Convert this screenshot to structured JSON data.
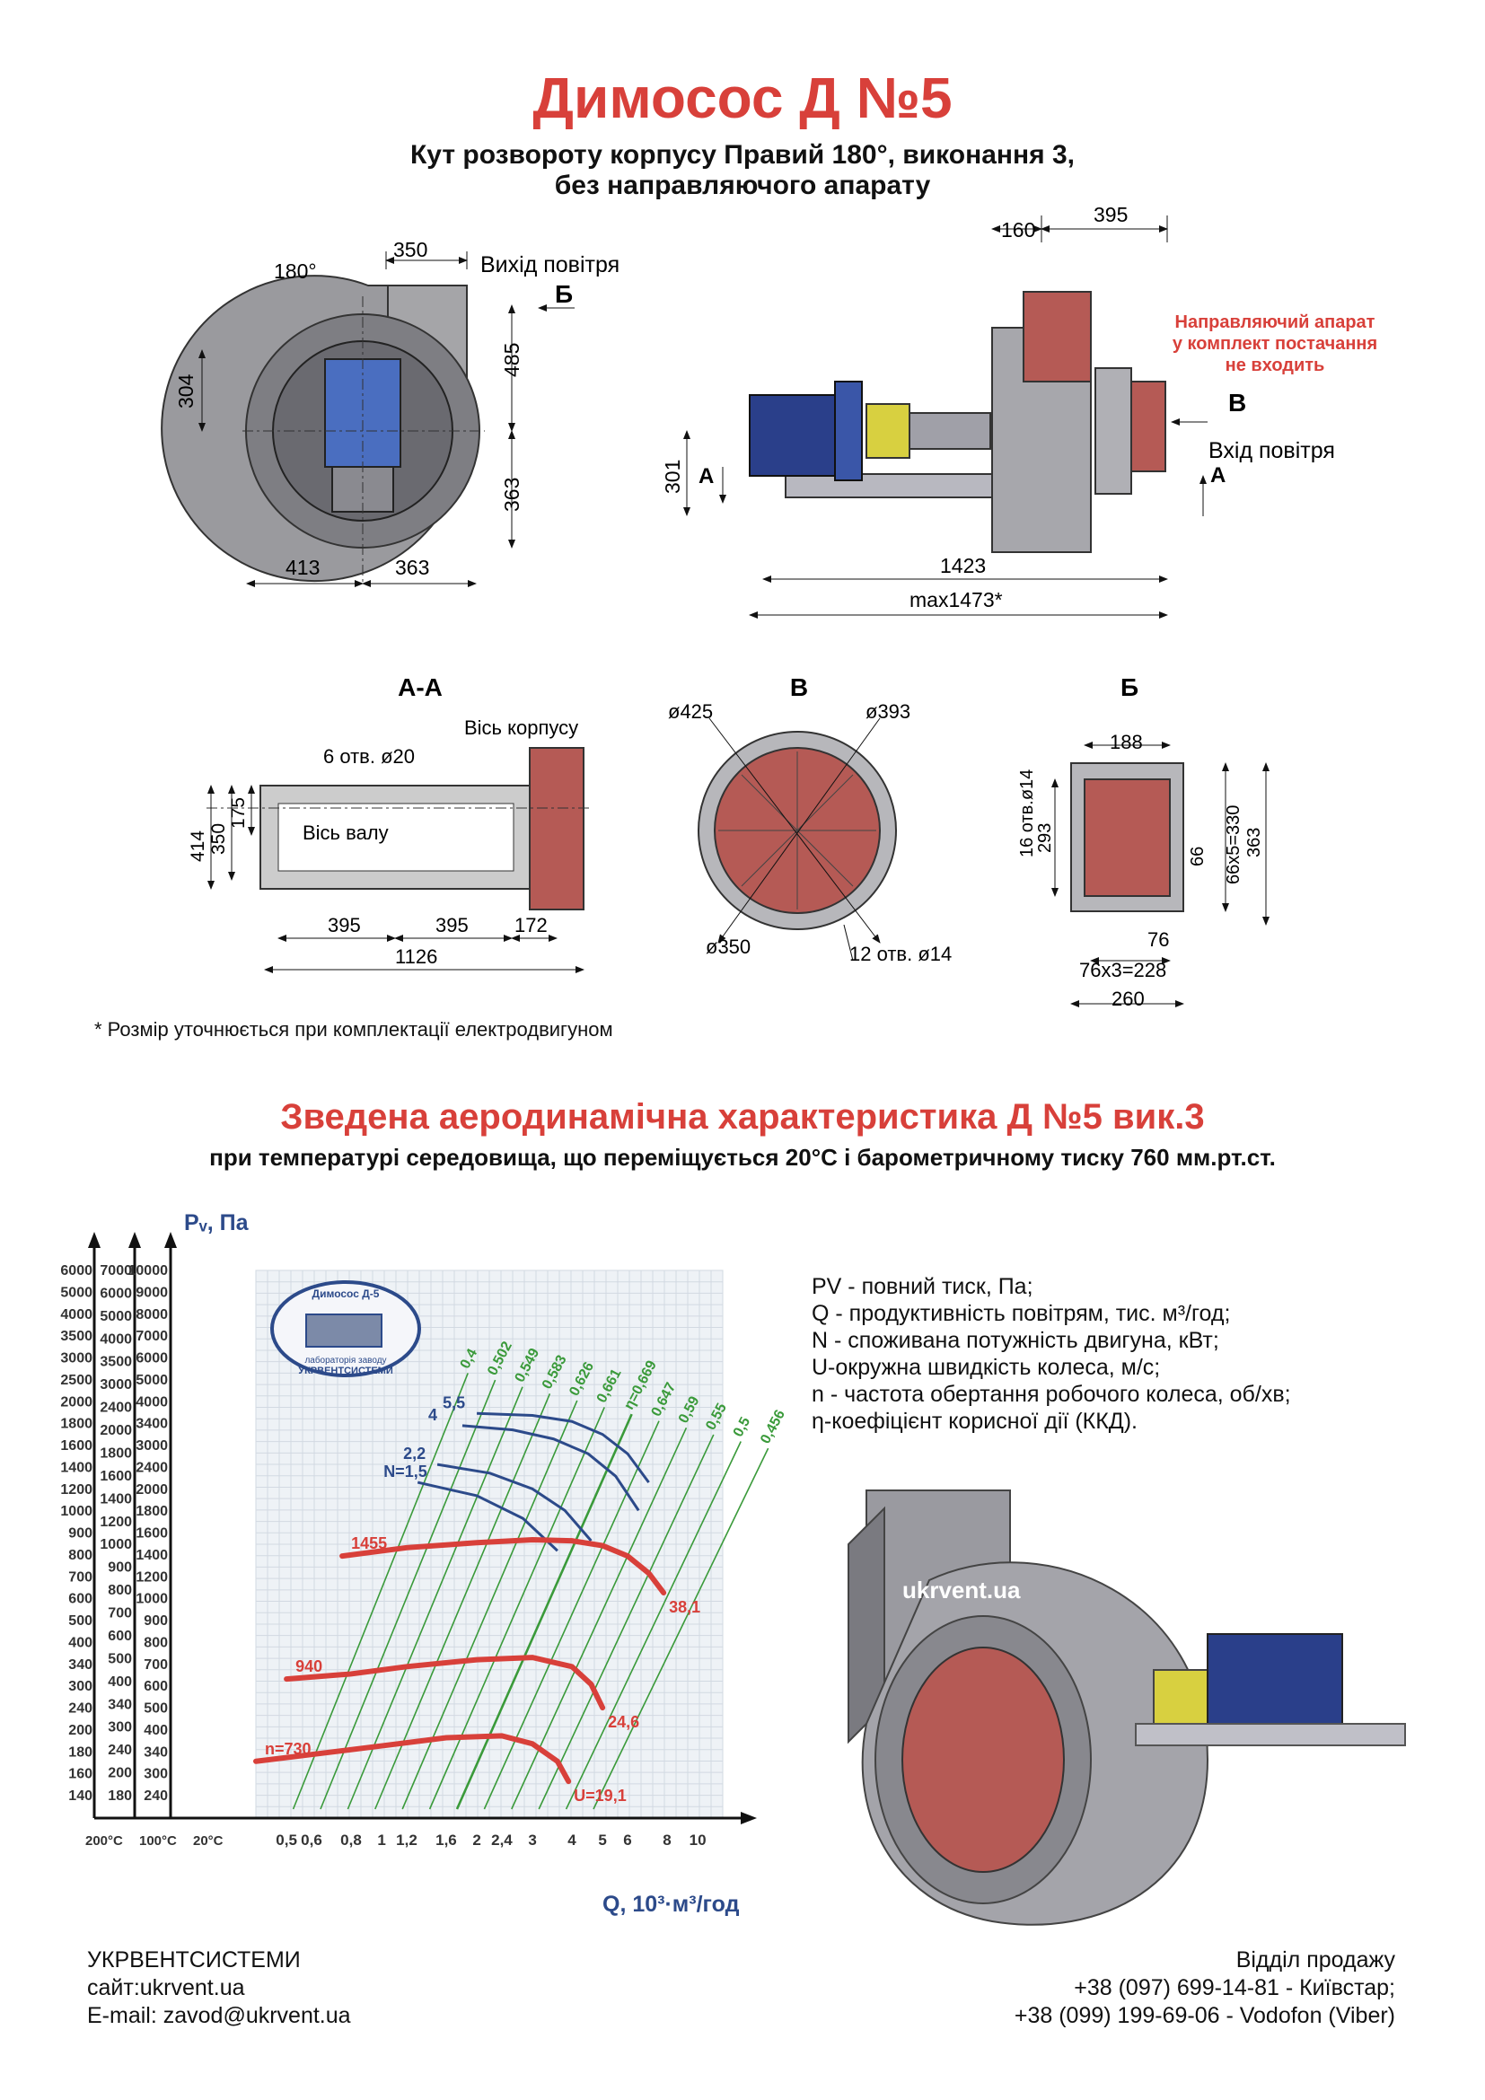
{
  "header": {
    "title": "Димосос  Д №5",
    "subtitle_line1": "Кут розвороту корпусу Правий 180°, виконання 3,",
    "subtitle_line2": "без направляючого апарату"
  },
  "front_view": {
    "angle": "180°",
    "outlet_label": "Вихід повітря",
    "section_mark": "Б",
    "dims": {
      "top": "350",
      "left": "304",
      "right_upper": "485",
      "right_lower": "363",
      "bottom_left": "413",
      "bottom_right": "363"
    }
  },
  "side_view": {
    "dims": {
      "top_a": "160",
      "top_b": "395",
      "height": "301",
      "length": "1423",
      "max_length": "max1473*"
    },
    "guide_note_line1": "Направляючий апарат",
    "guide_note_line2": "у комплект постачання",
    "guide_note_line3": "не входить",
    "section_b": "В",
    "section_a": "А",
    "inlet_label": "Вхід повітря"
  },
  "section_aa": {
    "title": "А-А",
    "body_axis": "Вісь корпусу",
    "holes": "6 отв. ø20",
    "shaft_axis": "Вісь валу",
    "dims": {
      "h1": "414",
      "h2": "350",
      "h3": "175",
      "w1": "395",
      "w2": "395",
      "w3": "172",
      "total": "1126"
    }
  },
  "section_v": {
    "title": "В",
    "d1": "ø425",
    "d2": "ø393",
    "d3": "ø350",
    "holes": "12 отв. ø14"
  },
  "section_b": {
    "title": "Б",
    "top": "188",
    "holes": "16 отв.ø14",
    "left_h": "293",
    "right_a": "66",
    "right_b": "66x5=330",
    "right_c": "363",
    "bottom_a": "76",
    "bottom_b": "76x3=228",
    "bottom_c": "260"
  },
  "footnote": "* Розмір уточнюється при комплектації електродвигуном",
  "aero": {
    "title": "Зведена аеродинамічна характеристика Д №5 вик.3",
    "subtitle": "при температурі середовища, що переміщується 20°С і барометричному тиску 760 мм.рт.ст."
  },
  "legend": [
    "PV - повний тиск, Па;",
    "Q - продуктивність повітрям, тис. м³/год;",
    "N - споживана потужність двигуна, кВт;",
    "U-окружна швидкість колеса, м/с;",
    "n - частота обертання робочого колеса, об/хв;",
    "η-коефіцієнт корисної дії (ККД)."
  ],
  "chart_data": {
    "type": "line",
    "ylabel": "Pᵥ, Па",
    "xlabel": "Q, 10³·м³/год",
    "badge_line1": "Димосос Д-5",
    "badge_line2": "лабораторія заводу",
    "badge_line3": "УКРВЕНТСИСТЕМИ",
    "x_scale": "log",
    "x_temp_labels": [
      "200°C",
      "100°C",
      "20°C"
    ],
    "x_ticks": [
      "0,5",
      "0,6",
      "0,8",
      "1",
      "1,2",
      "1,6",
      "2",
      "2,4",
      "3",
      "4",
      "5",
      "6",
      "8",
      "10"
    ],
    "y_axis_20C": [
      "10000",
      "9000",
      "8000",
      "7000",
      "6000",
      "5000",
      "4000",
      "3400",
      "3000",
      "2400",
      "2000",
      "1800",
      "1600",
      "1400",
      "1200",
      "1000",
      "900",
      "800",
      "700",
      "600",
      "500",
      "400",
      "340",
      "300",
      "240"
    ],
    "y_axis_100C": [
      "7000",
      "6000",
      "5000",
      "4000",
      "3500",
      "3000",
      "2400",
      "2000",
      "1800",
      "1600",
      "1400",
      "1200",
      "1000",
      "900",
      "800",
      "700",
      "600",
      "500",
      "400",
      "340",
      "300",
      "240",
      "200",
      "180"
    ],
    "y_axis_200C": [
      "6000",
      "5000",
      "4000",
      "3500",
      "3000",
      "2500",
      "2000",
      "1800",
      "1600",
      "1400",
      "1200",
      "1000",
      "900",
      "800",
      "700",
      "600",
      "500",
      "400",
      "340",
      "300",
      "240",
      "200",
      "180",
      "160",
      "140"
    ],
    "speed_curves": [
      {
        "name": "1455",
        "end_label": "38,1",
        "x": [
          0.75,
          1.2,
          2.0,
          3.0,
          4.0,
          5.0,
          6.0,
          7.0,
          7.8
        ],
        "y": [
          1300,
          1380,
          1430,
          1460,
          1450,
          1400,
          1300,
          1150,
          1000
        ]
      },
      {
        "name": "940",
        "end_label": "24,6",
        "x": [
          0.5,
          0.8,
          1.2,
          2.0,
          3.0,
          4.0,
          4.6,
          5.0
        ],
        "y": [
          540,
          560,
          590,
          620,
          630,
          590,
          520,
          440
        ]
      },
      {
        "name": "n=730",
        "end_label": "U=19,1",
        "x": [
          0.4,
          0.6,
          1.0,
          1.6,
          2.4,
          3.0,
          3.6,
          3.9
        ],
        "y": [
          300,
          315,
          335,
          355,
          360,
          340,
          300,
          260
        ]
      }
    ],
    "power_curves": [
      {
        "name": "5,5",
        "x": [
          2.0,
          3.0,
          4.0,
          5.0,
          6.0,
          7.0
        ],
        "y": [
          3600,
          3550,
          3400,
          3100,
          2700,
          2200
        ]
      },
      {
        "name": "4",
        "x": [
          1.8,
          2.6,
          3.5,
          4.5,
          5.5,
          6.5
        ],
        "y": [
          3300,
          3200,
          3000,
          2700,
          2300,
          1800
        ]
      },
      {
        "name": "2,2",
        "x": [
          1.5,
          2.2,
          3.0,
          3.8,
          4.6
        ],
        "y": [
          2500,
          2350,
          2100,
          1800,
          1450
        ]
      },
      {
        "name": "N=1,5",
        "x": [
          1.3,
          2.0,
          2.8,
          3.6
        ],
        "y": [
          2200,
          2000,
          1700,
          1350
        ]
      }
    ],
    "efficiency_lines": [
      "0,4",
      "0,502",
      "0,549",
      "0,583",
      "0,626",
      "0,661",
      "η=0,669",
      "0,647",
      "0,59",
      "0,55",
      "0,5",
      "0,456"
    ],
    "series_colors": {
      "speed": "#d8403a",
      "power": "#2c4a8a",
      "efficiency": "#3a9a3a"
    }
  },
  "footer": {
    "company": "УКРВЕНТСИСТЕМИ",
    "site": "сайт:ukrvent.ua",
    "email": "E-mail: zavod@ukrvent.ua",
    "sales": "Відділ продажу",
    "phone1": "+38 (097) 699-14-81 - Київстар;",
    "phone2": "+38 (099) 199-69-06 - Vodofon (Viber)"
  },
  "watermark": "ukrvent.ua"
}
